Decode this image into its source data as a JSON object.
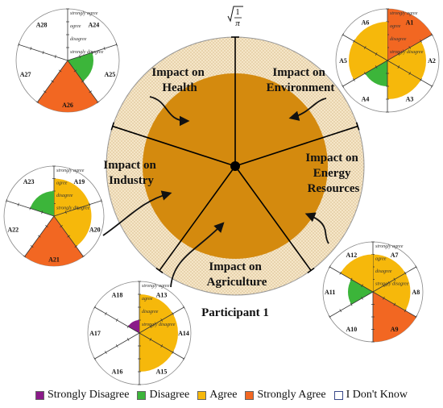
{
  "center": {
    "sqrt_label": "1",
    "pi_label": "π",
    "participant": "Participant 1",
    "sectors": [
      {
        "id": "health",
        "line1": "Impact on",
        "line2": "Health"
      },
      {
        "id": "environment",
        "line1": "Impact on",
        "line2": "Environment"
      },
      {
        "id": "energy",
        "line1": "Impact on",
        "line2": "Energy",
        "line3": "Resources"
      },
      {
        "id": "agriculture",
        "line1": "Impact on",
        "line2": "Agriculture"
      },
      {
        "id": "industry",
        "line1": "Impact on",
        "line2": "Industry"
      }
    ]
  },
  "scale_labels": [
    "strongly agree",
    "agree",
    "disagree",
    "strongly disagree"
  ],
  "response_colors": {
    "Strongly Disagree": "#8b1a89",
    "Disagree": "#3cb53a",
    "Agree": "#f6b80b",
    "Strongly Agree": "#f26722",
    "I Don't Know": "#ffffff"
  },
  "mini_charts": [
    {
      "id": "health",
      "items": [
        {
          "label": "A24",
          "response": "I Don't Know"
        },
        {
          "label": "A25",
          "response": "Disagree"
        },
        {
          "label": "A26",
          "response": "Strongly Agree"
        },
        {
          "label": "A27",
          "response": "I Don't Know"
        },
        {
          "label": "A28",
          "response": "I Don't Know"
        }
      ]
    },
    {
      "id": "environment",
      "items": [
        {
          "label": "A1",
          "response": "Strongly Agree"
        },
        {
          "label": "A2",
          "response": "Agree"
        },
        {
          "label": "A3",
          "response": "Agree"
        },
        {
          "label": "A4",
          "response": "Disagree"
        },
        {
          "label": "A5",
          "response": "Agree"
        },
        {
          "label": "A6",
          "response": "Agree"
        }
      ]
    },
    {
      "id": "industry",
      "items": [
        {
          "label": "A19",
          "response": "Agree"
        },
        {
          "label": "A20",
          "response": "Agree"
        },
        {
          "label": "A21",
          "response": "Strongly Agree"
        },
        {
          "label": "A22",
          "response": "I Don't Know"
        },
        {
          "label": "A23",
          "response": "Disagree"
        }
      ]
    },
    {
      "id": "energy",
      "items": [
        {
          "label": "A7",
          "response": "Agree"
        },
        {
          "label": "A8",
          "response": "Agree"
        },
        {
          "label": "A9",
          "response": "Strongly Agree"
        },
        {
          "label": "A10",
          "response": "I Don't Know"
        },
        {
          "label": "A11",
          "response": "Disagree"
        },
        {
          "label": "A12",
          "response": "Agree"
        }
      ]
    },
    {
      "id": "agriculture",
      "items": [
        {
          "label": "A13",
          "response": "Agree"
        },
        {
          "label": "A14",
          "response": "Agree"
        },
        {
          "label": "A15",
          "response": "Agree"
        },
        {
          "label": "A16",
          "response": "I Don't Know"
        },
        {
          "label": "A17",
          "response": "I Don't Know"
        },
        {
          "label": "A18",
          "response": "Strongly Disagree"
        }
      ]
    }
  ],
  "legend": [
    {
      "label": "Strongly Disagree",
      "color": "#8b1a89"
    },
    {
      "label": "Disagree",
      "color": "#3cb53a"
    },
    {
      "label": "Agree",
      "color": "#f6b80b"
    },
    {
      "label": "Strongly Agree",
      "color": "#f26722"
    },
    {
      "label": "I Don't Know",
      "color": "#ffffff"
    }
  ]
}
